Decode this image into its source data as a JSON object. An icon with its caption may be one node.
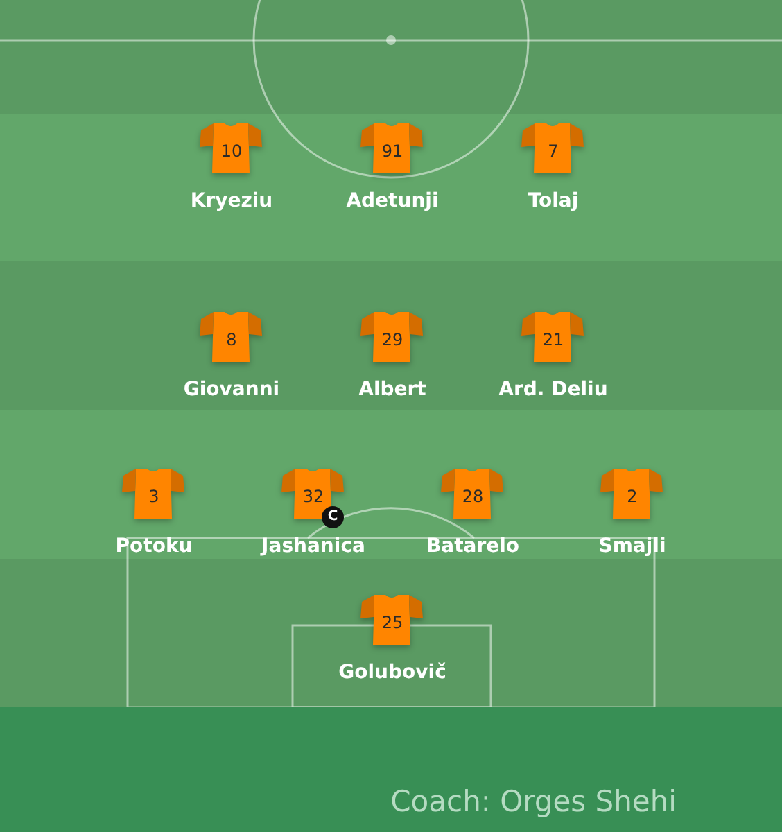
{
  "diagram": {
    "nodes": [
      {
        "text": [
          "10",
          "Kryeziu"
        ]
      },
      {
        "text": [
          "91",
          "Adetunji"
        ]
      },
      {
        "text": [
          "7",
          "Tolaj"
        ]
      },
      {
        "text": [
          "8",
          "Giovanni"
        ]
      },
      {
        "text": [
          "29",
          "Albert"
        ]
      },
      {
        "text": [
          "21",
          "Ard. Deliu"
        ]
      },
      {
        "text": [
          "3",
          "Potoku"
        ]
      },
      {
        "text": [
          "32",
          "Jashanica"
        ]
      },
      {
        "text": [
          "C"
        ]
      },
      {
        "text": [
          "28",
          "Batarelo"
        ]
      },
      {
        "text": [
          "2",
          "Smajli"
        ]
      },
      {
        "text": [
          "25",
          "Golubovič"
        ]
      }
    ],
    "labels": [
      "Coach: Orges Shehi"
    ]
  }
}
